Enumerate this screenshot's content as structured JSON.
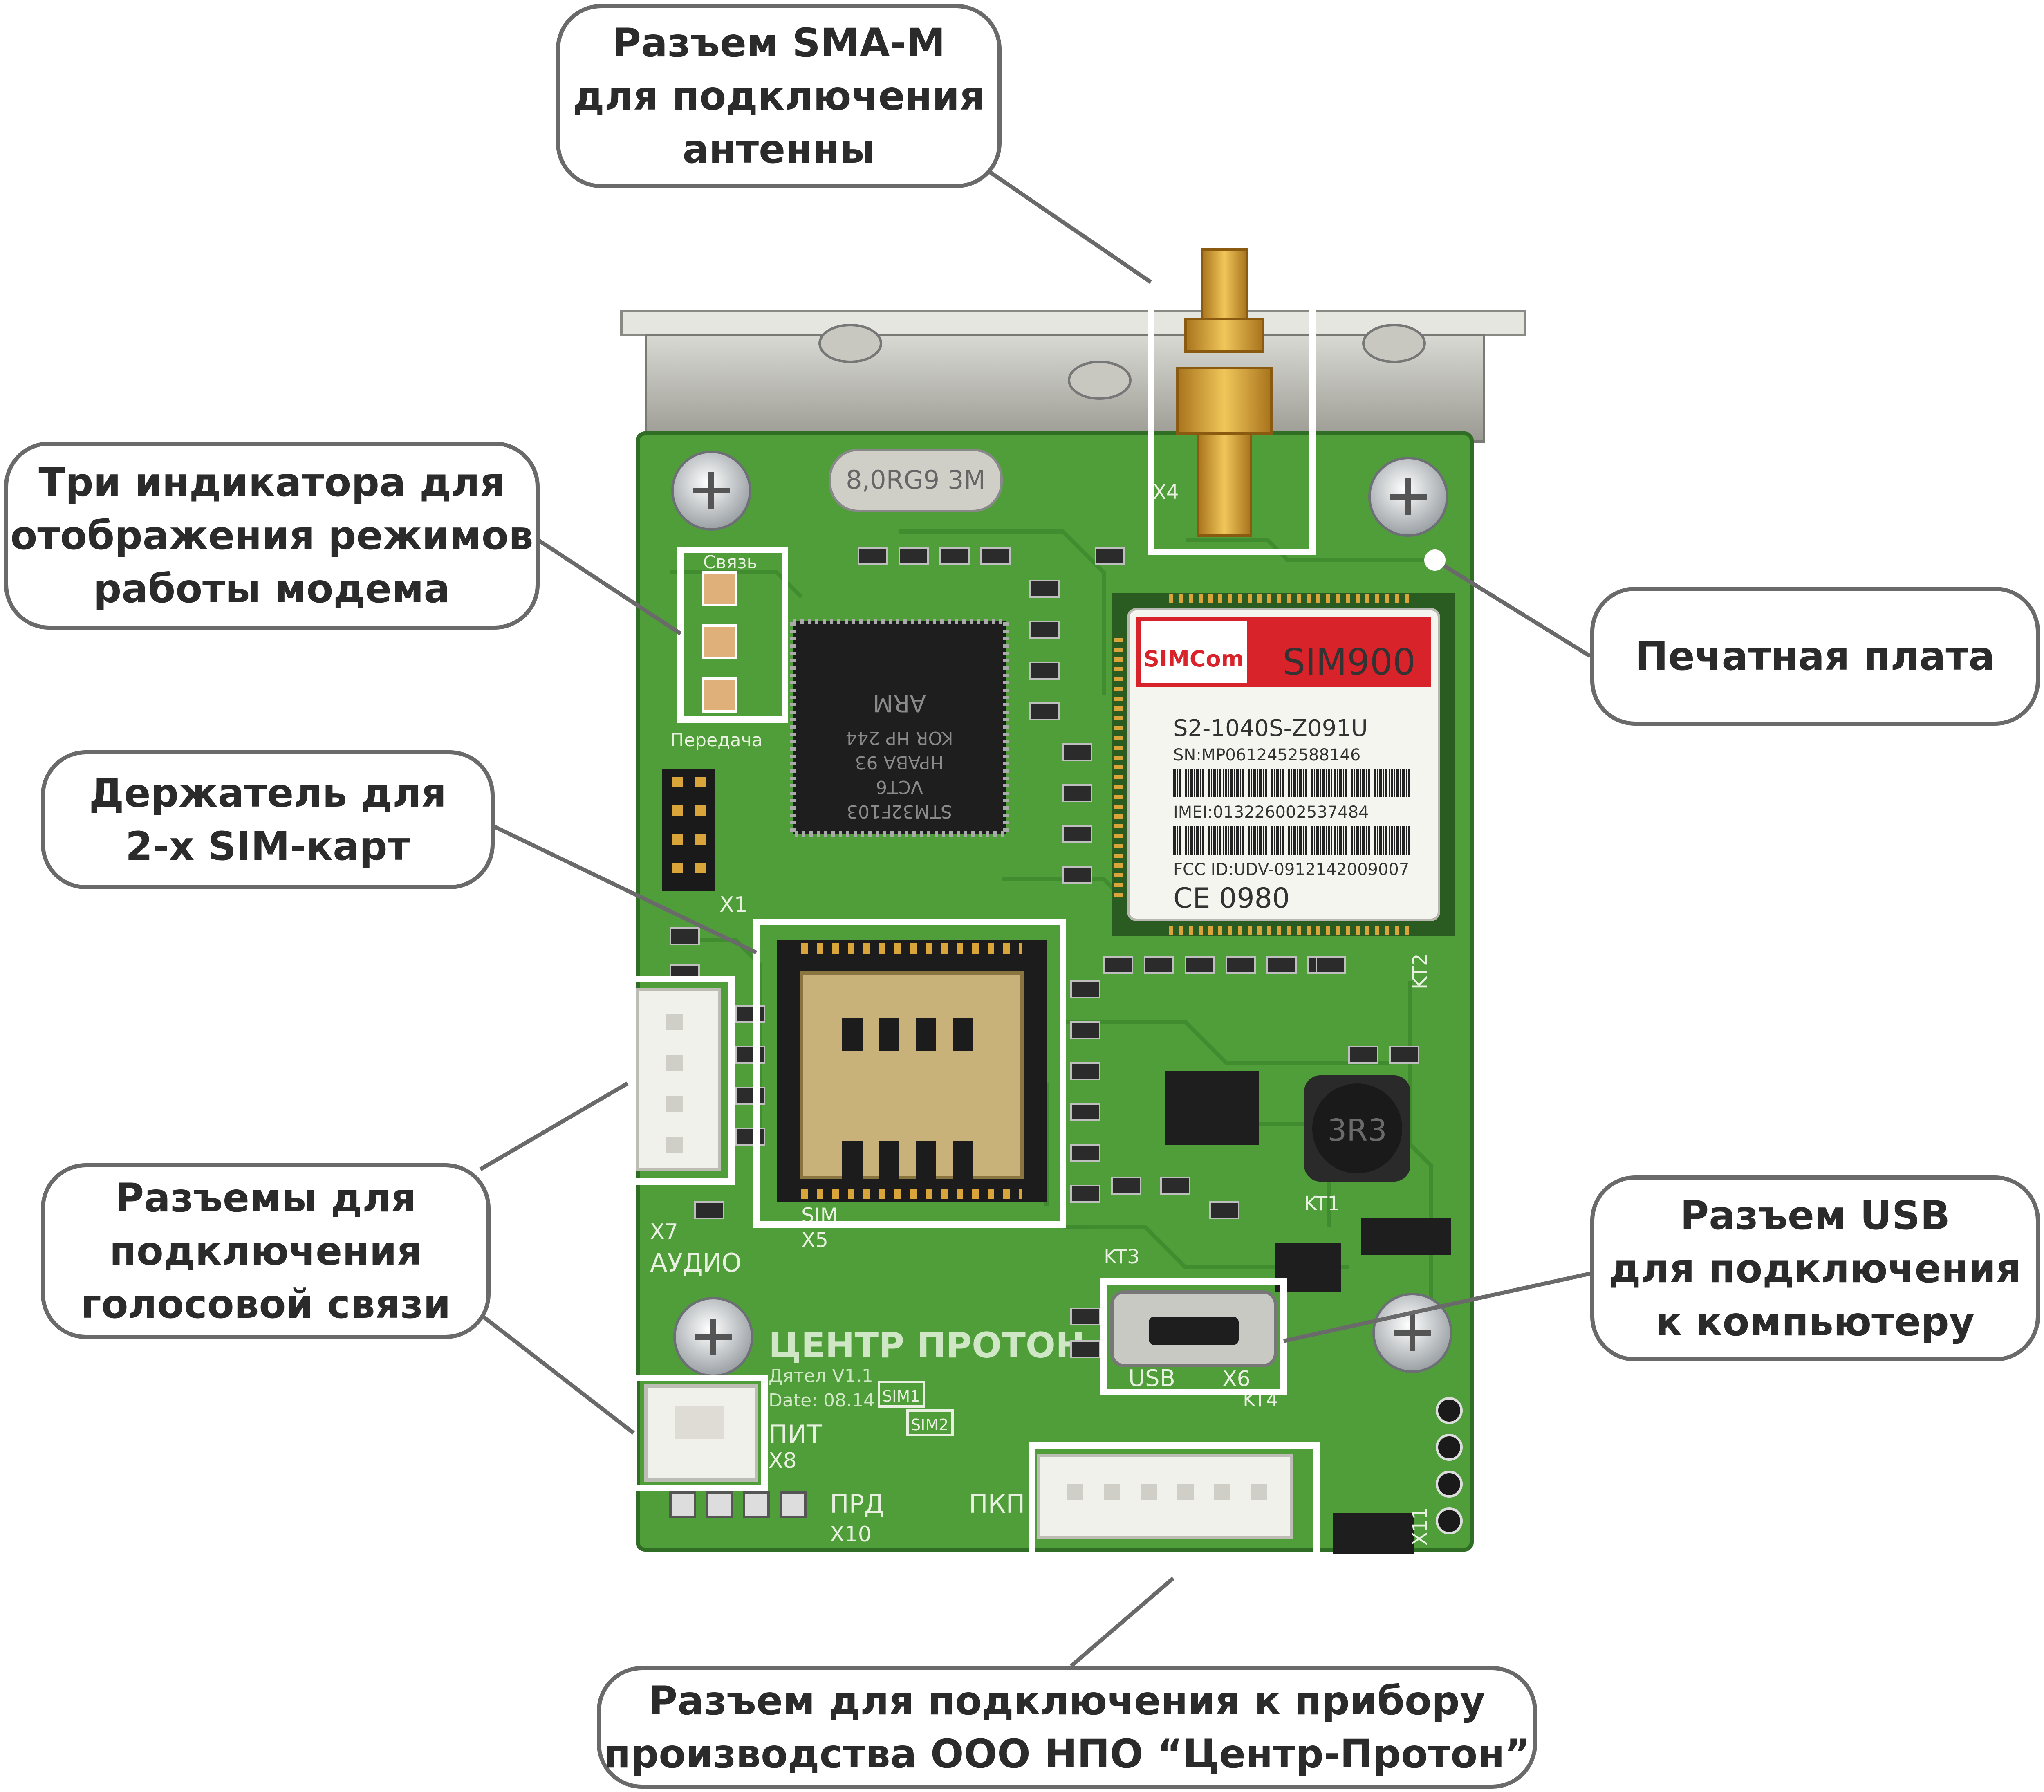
{
  "board": {
    "crystal_marking": "8,0RG9 3M",
    "mcu_marking": [
      "STM32F103",
      "VCT6",
      "HPABA 93",
      "KOR HP 244"
    ],
    "mcu_brand": "ARM",
    "module": {
      "brand": "SIMCom",
      "name": "SIM900",
      "part": "S2-1040S-Z091U",
      "sn": "SN:MP0612452588146",
      "imei": "IMEI:013226002537484",
      "fcc": "FCC ID:UDV-0912142009007",
      "ce": "CE 0980"
    },
    "inductor_marking": "3R3",
    "logo_text": "ЦЕНТР ПРОТОН",
    "version_text": "Дятел V1.1",
    "date_text": "Date: 08.14",
    "silkscreen": {
      "x1": "X1",
      "x4": "X4",
      "x5": "X5",
      "x6": "X6",
      "x7": "X7",
      "x8": "X8",
      "x10": "X10",
      "x11": "X11",
      "sim": "SIM",
      "sim1": "SIM1",
      "sim2": "SIM2",
      "audio": "АУДИО",
      "usb": "USB",
      "pit": "ПИТ",
      "prd": "ПРД",
      "pkp": "ПКП",
      "kt1": "KT1",
      "kt2": "KT2",
      "kt3": "KT3",
      "kt4": "KT4",
      "svyaz": "Связь",
      "peredacha": "Передача"
    }
  },
  "callouts": {
    "antenna": [
      "Разъем SMA-M",
      "для подключения",
      "антенны"
    ],
    "indicators": [
      "Три индикатора для",
      "отображения режимов",
      "работы модема"
    ],
    "pcb": [
      "Печатная плата"
    ],
    "sim_holder": [
      "Держатель для",
      "2-х SIM-карт"
    ],
    "usb": [
      "Разъем USB",
      "для подключения",
      "к компьютеру"
    ],
    "voice": [
      "Разъемы для",
      "подключения",
      "голосовой связи"
    ],
    "device": [
      "Разъем для подключения к прибору",
      "производства ООО НПО “Центр-Протон”"
    ]
  },
  "colors": {
    "pcb": "#4f9e3a",
    "pcb_dark": "#2f6e24",
    "callout_border": "#6a6a6a",
    "highlight": "#ffffff",
    "gold": "#d9a43a",
    "chip": "#1e1e1e"
  }
}
